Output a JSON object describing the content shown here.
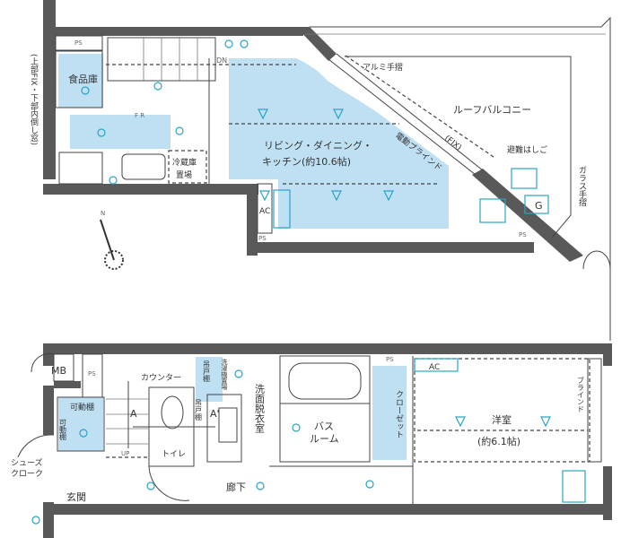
{
  "colors": {
    "wall": "#595959",
    "room_highlight": "#bfe0f3",
    "equipment": "#2aa3c8"
  },
  "upper": {
    "pantry": "食品庫",
    "ps1": "PS",
    "fridge_l1": "冷蔵庫",
    "fridge_l2": "置場",
    "ldk_l1": "リビング・ダイニング・",
    "ldk_l2": "キッチン(約10.6帖)",
    "roof_balcony": "ルーフバルコニー",
    "alu_rail": "アルミ手摺",
    "blind": "電動ブラインド",
    "fix": "(FIX)",
    "ladder": "避難はしご",
    "glass_rail": "ガラス手摺",
    "window_note": "(上部FIX・下部内倒し窓)",
    "dn": "DN",
    "ac": "AC",
    "ps2": "PS",
    "ps3": "PS",
    "fr": "F R",
    "g": "G",
    "compass_n": "N"
  },
  "lower": {
    "mb": "MB",
    "ps": "PS",
    "counter": "カウンター",
    "shelf": "可動棚",
    "shelf_v": "可動棚",
    "shoe_l1": "シューズ",
    "shoe_l2": "クローク",
    "entrance": "玄関",
    "up": "UP",
    "toilet": "トイレ",
    "cabinet1": "吊戸棚",
    "laundry": "洗濯機置場",
    "washroom": "洗面脱衣室",
    "cabinet2": "吊戸棚",
    "a": "A",
    "a_prime": "A'",
    "hallway": "廊下",
    "bath_l1": "バス",
    "bath_l2": "ルーム",
    "closet": "クローゼット",
    "western": "洋室",
    "western_size": "(約6.1帖)",
    "blind": "ブラインド",
    "ac": "AC",
    "ps2": "PS"
  }
}
